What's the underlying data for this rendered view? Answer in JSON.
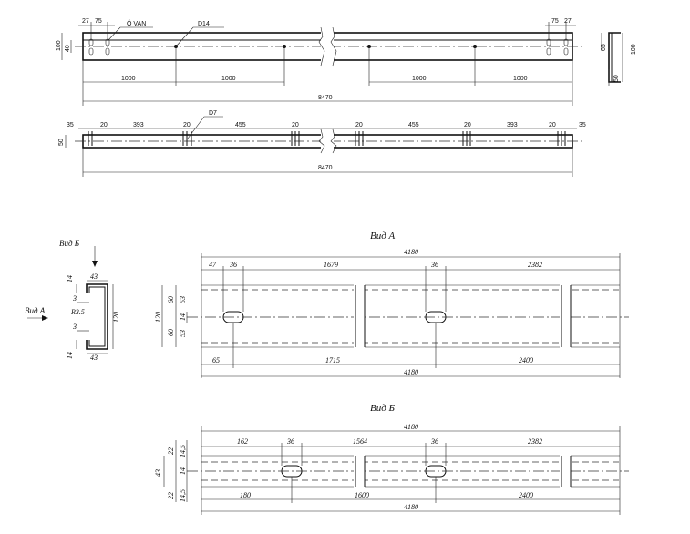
{
  "top_beam": {
    "dims_top_left": [
      "27",
      "75"
    ],
    "hole_label": "Ô VAN",
    "d14_label": "D14",
    "dims_top_right": [
      "75",
      "27"
    ],
    "dims_left": [
      "100",
      "40"
    ],
    "spacing": [
      "1000",
      "1000",
      "1000",
      "1000"
    ],
    "total_length": "8470"
  },
  "top_section": {
    "dims": [
      "65",
      "100",
      "50"
    ]
  },
  "middle_beam": {
    "dims": [
      "35",
      "20",
      "393",
      "20",
      "455",
      "20",
      "20",
      "455",
      "20",
      "393",
      "20",
      "35"
    ],
    "d7_label": "D7",
    "height": "50",
    "total_length": "8470"
  },
  "cross_section": {
    "view_b_label": "Вид Б",
    "view_a_label": "Вид А",
    "dims_top": [
      "14",
      "43"
    ],
    "dims_bottom": [
      "14",
      "43"
    ],
    "lip_dims": [
      "3",
      "3"
    ],
    "radius": "R3.5",
    "height": "120"
  },
  "view_a": {
    "title": "Вид А",
    "total_top": "4180",
    "top_dims": [
      "47",
      "36",
      "1679",
      "36",
      "2382"
    ],
    "left_dims": [
      "120",
      "60",
      "60",
      "53",
      "14",
      "53"
    ],
    "bottom_dims": [
      "65",
      "1715",
      "2400"
    ],
    "total_bottom": "4180"
  },
  "view_b": {
    "title": "Вид Б",
    "total_top": "4180",
    "top_dims": [
      "162",
      "36",
      "1564",
      "36",
      "2382"
    ],
    "left_dims": [
      "22",
      "14,5",
      "43",
      "14",
      "22",
      "14,5"
    ],
    "bottom_dims": [
      "180",
      "1600",
      "2400"
    ],
    "total_bottom": "4180"
  }
}
